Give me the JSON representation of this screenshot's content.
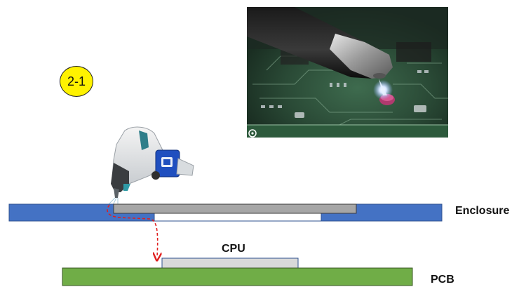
{
  "step_badge": {
    "text": "2-1"
  },
  "labels": {
    "enclosure": "Enclosure",
    "cpu": "CPU",
    "pcb": "PCB"
  },
  "colors": {
    "enclosure": "#4472c4",
    "pcb": "#70ad47",
    "cpu": "#d9d9d9",
    "thermal_pad": "#a6a6a6",
    "badge": "#fff200",
    "flow_arrow": "#e02020"
  },
  "icons": {
    "tool": "plasma-spray-gun-icon",
    "photo": "plasma-treatment-photo"
  }
}
